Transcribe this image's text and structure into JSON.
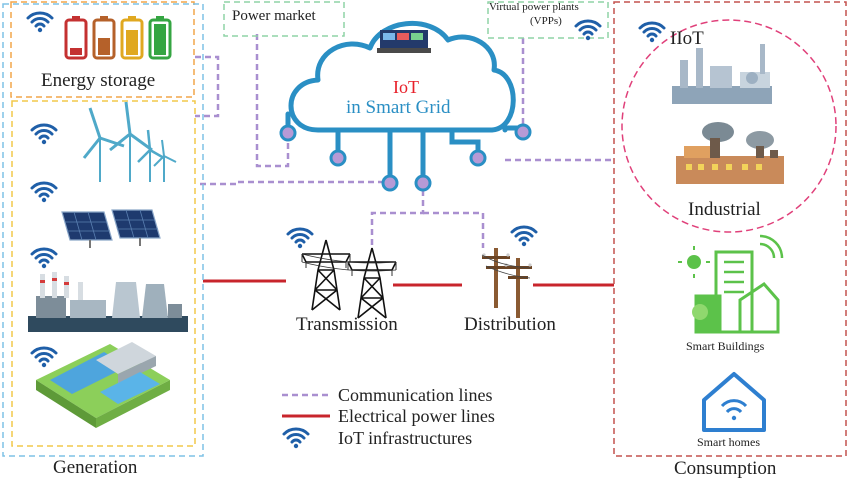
{
  "labels": {
    "energy_storage": "Energy storage",
    "generation": "Generation",
    "power_market": "Power market",
    "vpp_line1": "Virtual power plants",
    "vpp_line2": "(VPPs)",
    "iot_title": "IoT",
    "iot_subtitle": "in Smart Grid",
    "transmission": "Transmission",
    "distribution": "Distribution",
    "iiot": "IIoT",
    "industrial": "Industrial",
    "smart_buildings": "Smart Buildings",
    "smart_homes": "Smart homes",
    "consumption": "Consumption"
  },
  "legend": {
    "communication": "Communication lines",
    "electrical": "Electrical power lines",
    "iot_infra": "IoT infrastructures"
  },
  "colors": {
    "communication_line": "#a98fd0",
    "electrical_line": "#c8252c",
    "wifi": "#1f5fa8",
    "cloud": "#2a8fc4",
    "iot_red": "#e8202a",
    "generation_border": "#7fc2e6",
    "storage_border": "#f2a54a",
    "green_box_border": "#8fd3a6",
    "consumption_border": "#c4524f",
    "iiot_circle": "#e0407a",
    "building_green": "#5cc24a",
    "home_blue": "#2e7fd0"
  },
  "icons": [
    "wifi-icon",
    "battery-icon",
    "wind-turbine-icon",
    "solar-panel-icon",
    "power-plant-icon",
    "hydro-dam-icon",
    "transmission-tower-icon",
    "utility-pole-icon",
    "factory-icon",
    "building-icon",
    "home-icon",
    "cloud-icon"
  ]
}
